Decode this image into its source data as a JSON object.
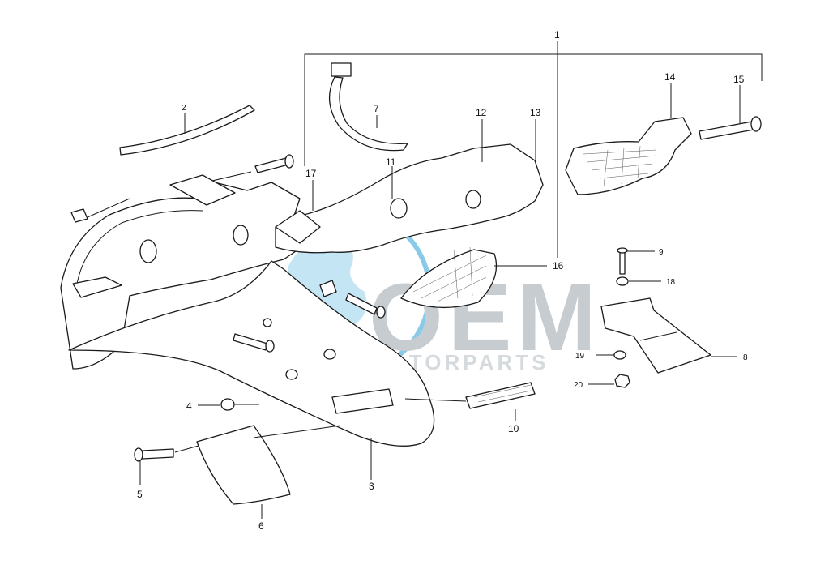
{
  "diagram": {
    "callouts": [
      "1",
      "2",
      "3",
      "4",
      "5",
      "6",
      "7",
      "8",
      "9",
      "10",
      "11",
      "12",
      "13",
      "14",
      "15",
      "16",
      "17",
      "18",
      "19",
      "20"
    ]
  },
  "watermark": {
    "brand": "OEM",
    "sub": "MOTORPARTS",
    "color": "#2a9fd6",
    "text_color": "#9aa3ab"
  }
}
